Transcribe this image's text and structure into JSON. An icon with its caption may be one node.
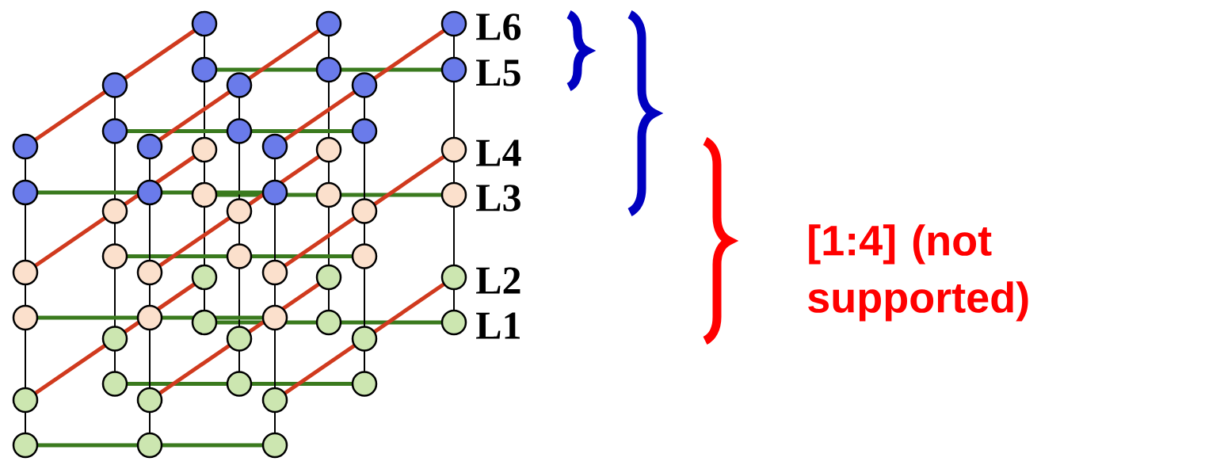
{
  "diagram": {
    "labels": [
      "L6",
      "L5",
      "L4",
      "L3",
      "L2",
      "L1",
      "[1:4] (not supported)"
    ]
  }
}
